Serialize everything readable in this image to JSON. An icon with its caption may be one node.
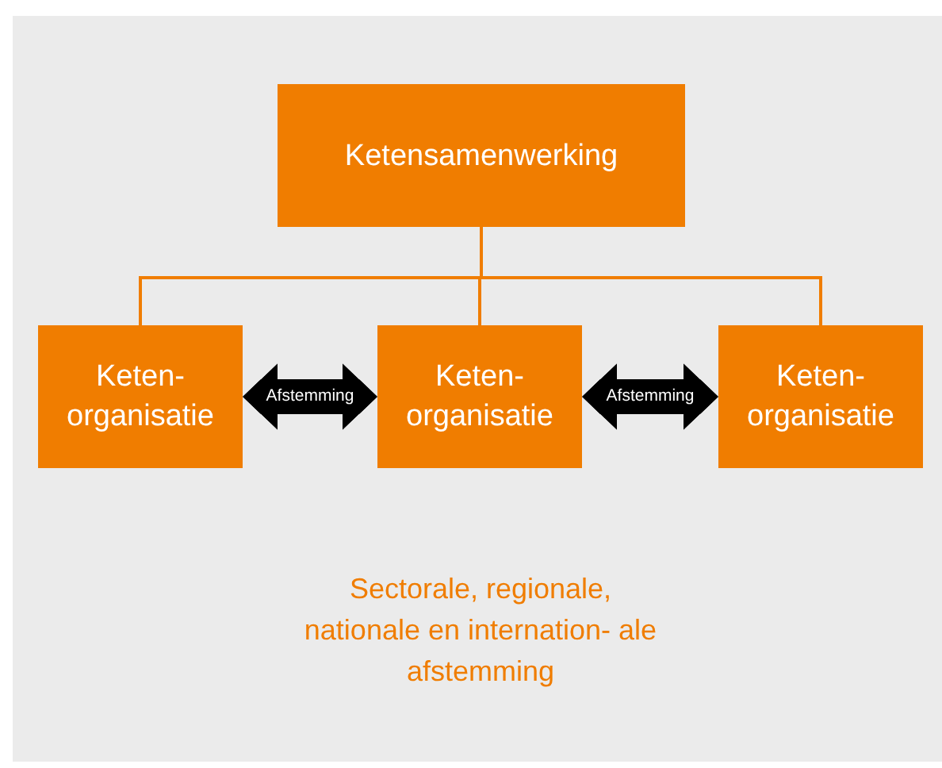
{
  "diagram": {
    "nodes": [
      {
        "text": [
          "Ketensamenwerking"
        ]
      },
      {
        "text": [
          "Keten- organisatie"
        ]
      },
      {
        "text": [
          "Keten- organisatie"
        ]
      },
      {
        "text": [
          "Keten- organisatie"
        ]
      }
    ],
    "edges": [
      {
        "from": 0,
        "to": 1,
        "arrow": "none"
      },
      {
        "from": 0,
        "to": 2,
        "arrow": "none"
      },
      {
        "from": 0,
        "to": 3,
        "arrow": "none"
      },
      {
        "from": 1,
        "to": 2,
        "arrow": "both",
        "label": "Afstemming",
        "style": "thick",
        "color": "#000000"
      },
      {
        "from": 2,
        "to": 3,
        "arrow": "both",
        "label": "Afstemming",
        "style": "thick",
        "color": "#000000"
      }
    ],
    "labels": [
      "Sectorale, regionale, nationale en internation- ale afstemming"
    ]
  }
}
